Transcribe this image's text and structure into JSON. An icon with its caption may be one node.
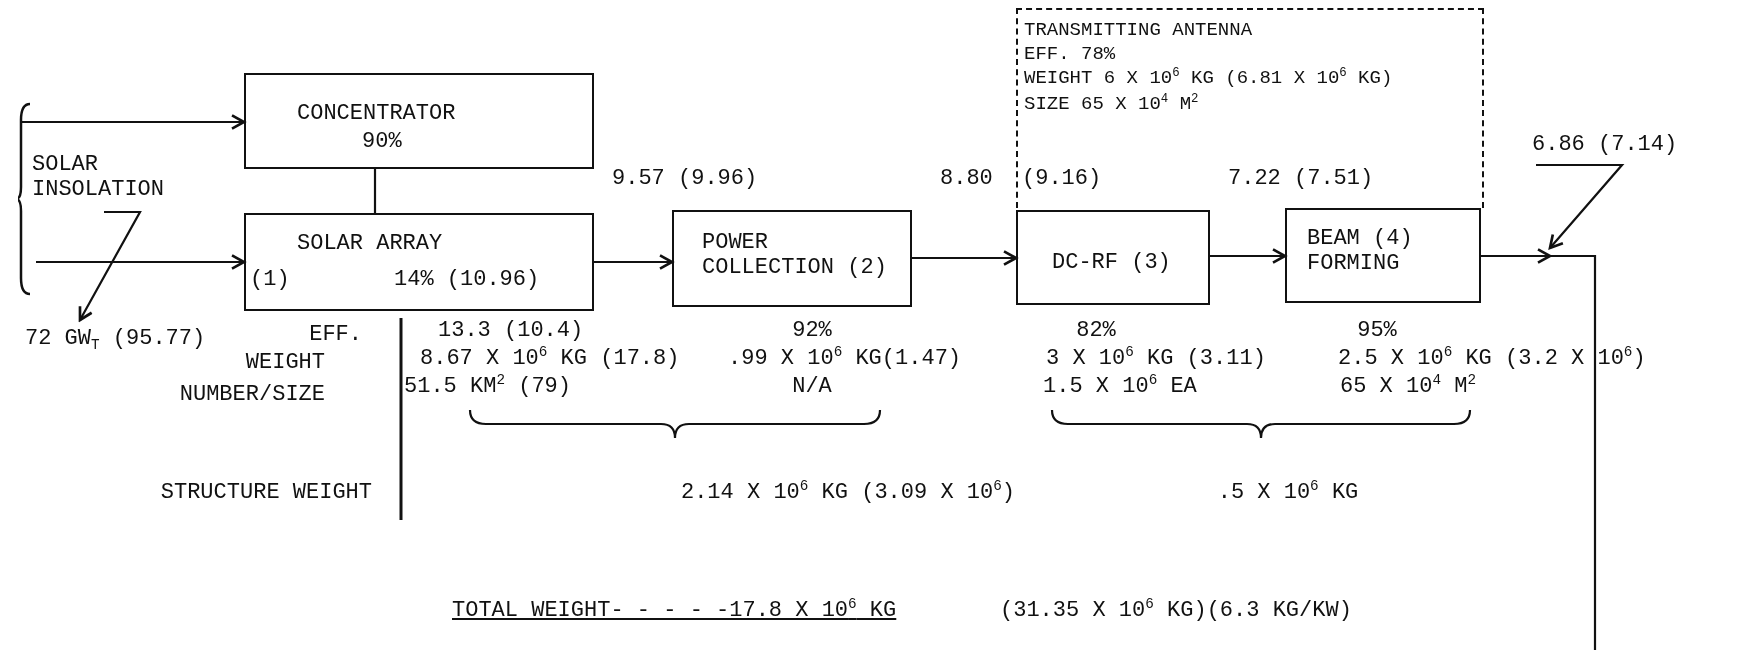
{
  "diagram": {
    "nodes": [
      {
        "text": [
          "CONCENTRATOR",
          "90%"
        ]
      },
      {
        "text": [
          "SOLAR ARRAY",
          "(1)",
          "14% (10.96)"
        ]
      },
      {
        "text": [
          "POWER COLLECTION (2)"
        ]
      },
      {
        "text": [
          "DC-RF (3)"
        ]
      },
      {
        "text": [
          "BEAM (4) FORMING"
        ]
      },
      {
        "text": [
          "TRANSMITTING ANTENNA",
          "EFF. 78%",
          "WEIGHT 6 X 10$^{6}$ KG (6.81 X 10$^{6}$ KG)",
          "SIZE 65 X 10$^{4}$ M$^{2}$"
        ]
      },
      {
        "text": [
          "SOLAR INSOLATION"
        ]
      },
      {
        "text": [
          "6.86 (7.14)"
        ]
      },
      {
        "text": [
          "72 GW$_{T}$ (95.77)"
        ]
      }
    ],
    "edges": [
      {
        "from": 6,
        "to": 0,
        "arrow": "to"
      },
      {
        "from": 6,
        "to": 1,
        "arrow": "to"
      },
      {
        "from": 0,
        "to": 1,
        "arrow": "none"
      },
      {
        "from": 1,
        "to": 2,
        "arrow": "to"
      },
      {
        "from": 2,
        "to": 3,
        "arrow": "to"
      },
      {
        "from": 3,
        "to": 4,
        "arrow": "to"
      },
      {
        "from": 4,
        "to": null,
        "arrow": "to"
      },
      {
        "from": 6,
        "to": 8,
        "arrow": "to"
      },
      {
        "from": 7,
        "to": null,
        "arrow": "to"
      }
    ],
    "labels": [
      "9.57 (9.96)",
      "8.80",
      "(9.16)",
      "7.22 (7.51)",
      "EFF.",
      "13.3 (10.4)",
      "92%",
      "82%",
      "95%",
      "WEIGHT",
      "8.67 X 10$^{6}$ KG (17.8)",
      ".99 X 10$^{6}$ KG(1.47)",
      "3 X 10$^{6}$ KG (3.11)",
      "2.5 X 10$^{6}$ KG (3.2 X 10$^{6}$)",
      "NUMBER/SIZE",
      "51.5 KM$^{2}$ (79)",
      "N/A",
      "1.5 X 10$^{6}$ EA",
      "65 X 10$^{4}$ M$^{2}$",
      "STRUCTURE WEIGHT",
      "2.14 X 10$^{6}$ KG (3.09 X 10$^{6}$)",
      ".5 X 10$^{6}$ KG",
      "TOTAL WEIGHT- - - - -17.8 X 10$^{6}$ KG",
      "(31.35 X 10$^{6}$ KG)(6.3 KG/KW)"
    ]
  }
}
